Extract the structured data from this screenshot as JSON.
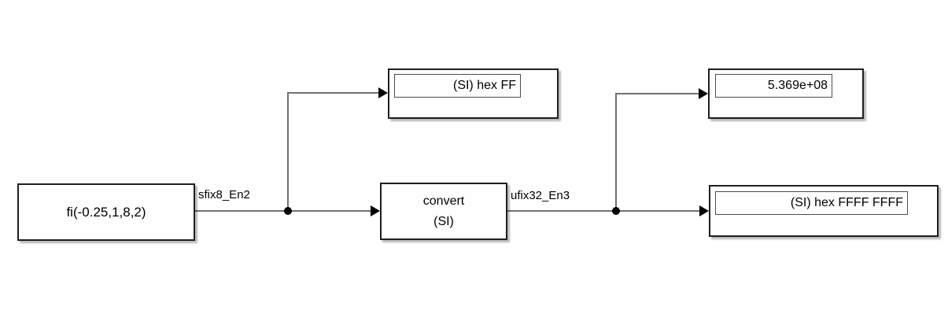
{
  "diagram": {
    "blocks": {
      "constant": {
        "label": "fi(-0.25,1,8,2)"
      },
      "convert": {
        "line1": "convert",
        "line2": "(SI)"
      },
      "display_hex_ff": {
        "value": "(SI) hex FF"
      },
      "display_sci": {
        "value": "5.369e+08"
      },
      "display_hex_ffff": {
        "value": "(SI) hex FFFF FFFF"
      }
    },
    "signals": {
      "sfix8": {
        "label": "sfix8_En2"
      },
      "ufix32": {
        "label": "ufix32_En3"
      }
    },
    "colors": {
      "canvas-bg": "#ffffff",
      "block-fill": "#fefefe",
      "block-border": "#1f1f1f",
      "inner-border": "#4d4d4d",
      "line-color": "#707070",
      "arrow-color": "#000000",
      "text-color": "#000000"
    }
  }
}
